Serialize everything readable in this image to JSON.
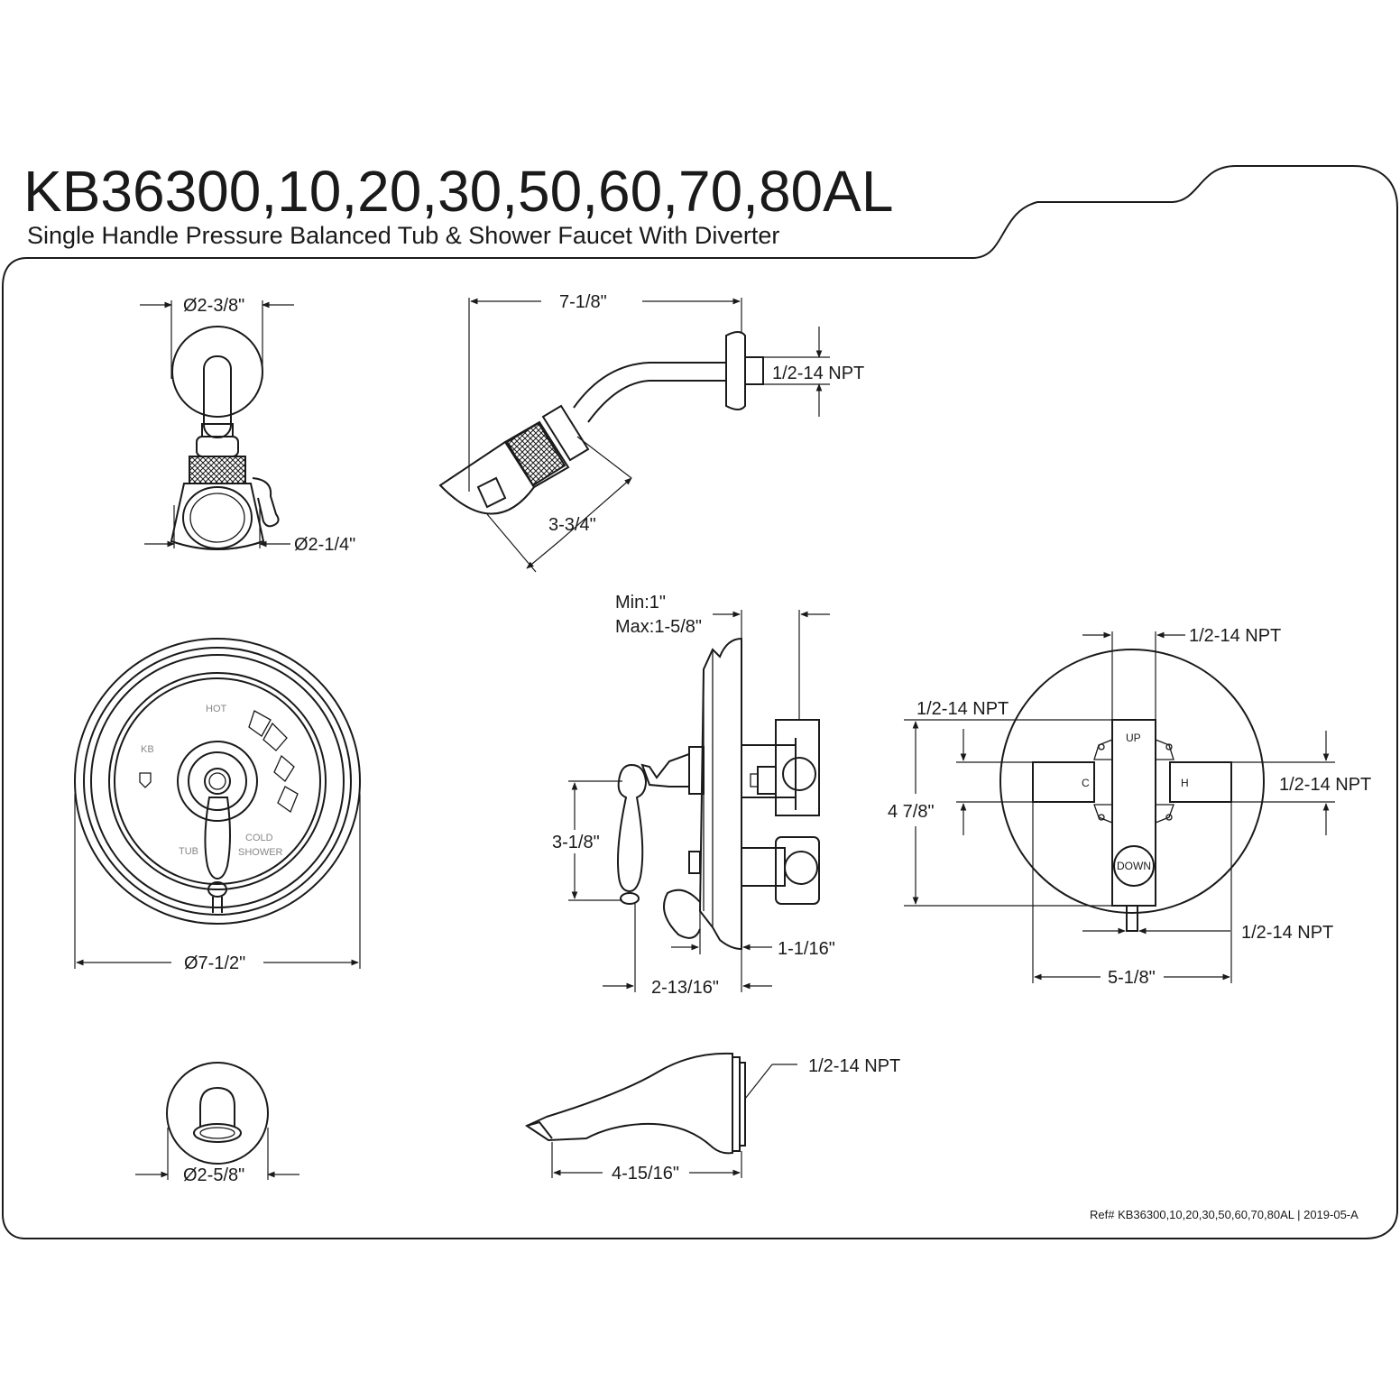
{
  "header": {
    "model": "KB36300,10,20,30,50,60,70,80AL",
    "description": "Single Handle Pressure Balanced Tub & Shower Faucet With Diverter"
  },
  "shower_head_front": {
    "flange_dia": "Ø2-3/8\"",
    "head_dia": "Ø2-1/4\""
  },
  "shower_arm_side": {
    "length": "7-1/8\"",
    "thread": "1/2-14 NPT",
    "head_length": "3-3/4\""
  },
  "trim_plate_front": {
    "diameter": "Ø7-1/2\"",
    "label_hot": "HOT",
    "label_cold": "COLD",
    "label_tub": "TUB",
    "label_shower": "SHOWER",
    "label_brand": "KB"
  },
  "valve_side": {
    "depth_range_min": "Min:1\"",
    "depth_range_max": "Max:1-5/8\"",
    "handle_height": "3-1/8\"",
    "plate_offset": "1-1/16\"",
    "handle_depth": "2-13/16\""
  },
  "valve_rear": {
    "port_top": "1/2-14 NPT",
    "port_left": "1/2-14 NPT",
    "port_right": "1/2-14 NPT",
    "port_bottom": "1/2-14 NPT",
    "height": "4 7/8\"",
    "width": "5-1/8\"",
    "label_up": "UP",
    "label_down": "DOWN",
    "label_c": "C",
    "label_h": "H"
  },
  "tub_spout_front": {
    "diameter": "Ø2-5/8\""
  },
  "tub_spout_side": {
    "thread": "1/2-14 NPT",
    "length": "4-15/16\""
  },
  "footer": {
    "reference": "Ref# KB36300,10,20,30,50,60,70,80AL | 2019-05-A"
  }
}
